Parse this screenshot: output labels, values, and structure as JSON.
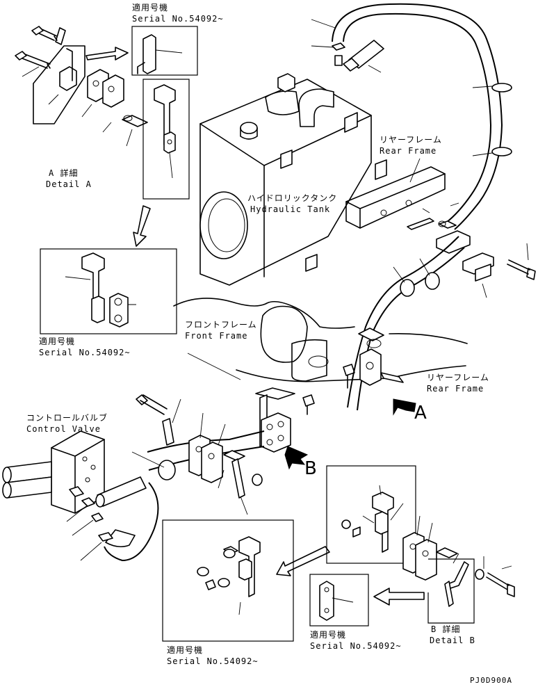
{
  "labels": {
    "serial_top": {
      "jp": "適用号機",
      "en": "Serial No.54092~"
    },
    "detail_a": {
      "jp": "A 詳細",
      "en": "Detail A"
    },
    "serial_left": {
      "jp": "適用号機",
      "en": "Serial No.54092~"
    },
    "hydraulic_tank": {
      "jp": "ハイドロリックタンク",
      "en": "Hydraulic Tank"
    },
    "rear_frame_top": {
      "jp": "リヤーフレーム",
      "en": "Rear Frame"
    },
    "front_frame": {
      "jp": "フロントフレーム",
      "en": "Front Frame"
    },
    "rear_frame_mid": {
      "jp": "リヤーフレーム",
      "en": "Rear Frame"
    },
    "control_valve": {
      "jp": "コントロールバルブ",
      "en": "Control Valve"
    },
    "view_a": "A",
    "view_b": "B",
    "serial_bottom_center": {
      "jp": "適用号機",
      "en": "Serial No.54092~"
    },
    "serial_bottom_right": {
      "jp": "適用号機",
      "en": "Serial No.54092~"
    },
    "detail_b": {
      "jp": "B 詳細",
      "en": "Detail B"
    },
    "drawing_code": "PJ0D900A"
  }
}
